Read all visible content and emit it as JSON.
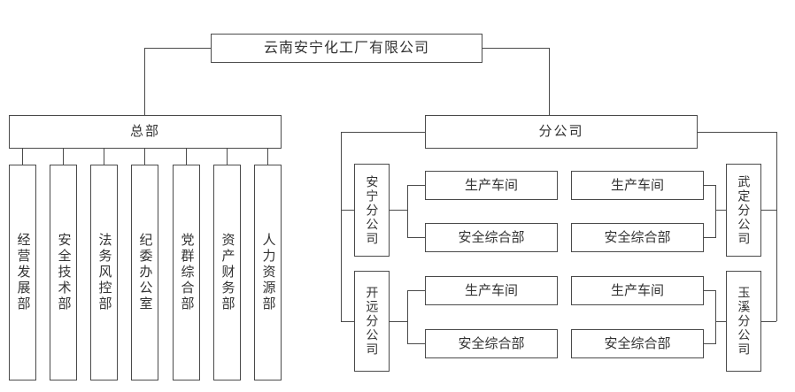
{
  "title": "云南安宁化工厂有限公司",
  "headquarters": {
    "label": "总部",
    "departments": [
      "经营发展部",
      "安全技术部",
      "法务风控部",
      "纪委办公室",
      "党群综合部",
      "资产财务部",
      "人力资源部"
    ]
  },
  "branches": {
    "label": "分公司",
    "companies": [
      {
        "name": "安宁分公司",
        "units": [
          "生产车间",
          "安全综合部"
        ]
      },
      {
        "name": "武定分公司",
        "units": [
          "生产车间",
          "安全综合部"
        ]
      },
      {
        "name": "开远分公司",
        "units": [
          "生产车间",
          "安全综合部"
        ]
      },
      {
        "name": "玉溪分公司",
        "units": [
          "生产车间",
          "安全综合部"
        ]
      }
    ]
  },
  "colors": {
    "line": "#4a4a4a",
    "text": "#333333",
    "background": "#ffffff"
  }
}
